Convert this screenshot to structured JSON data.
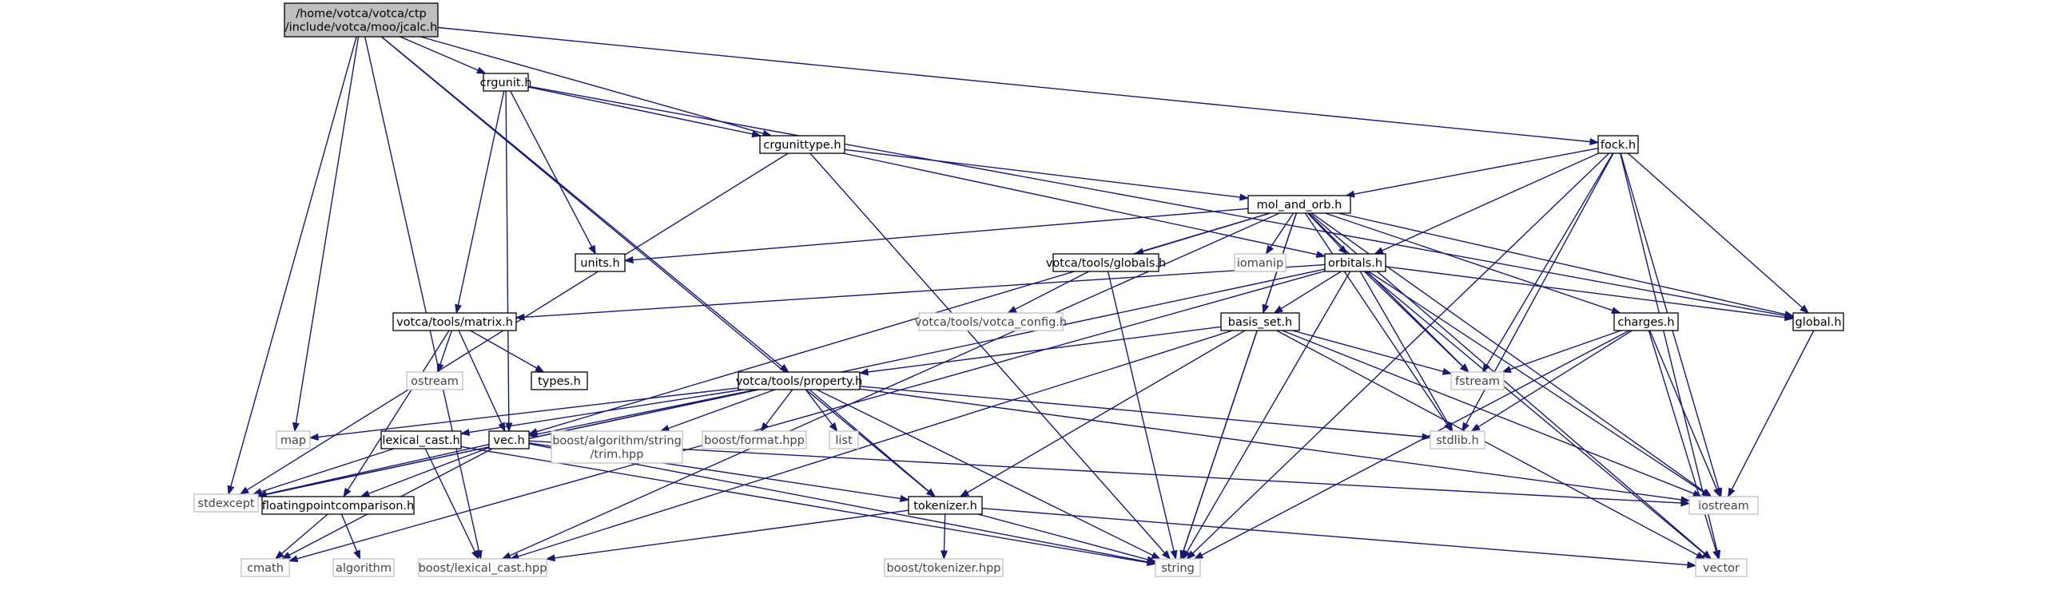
{
  "graph": {
    "colors": {
      "edge": "#191970",
      "root_fill": "#bfbfbf",
      "local_border": "#000000",
      "external_border": "#bfbfbf"
    },
    "nodes": [
      {
        "id": "jcalc",
        "lines": [
          "/home/votca/votca/ctp",
          "/include/votca/moo/jcalc.h"
        ],
        "kind": "root"
      },
      {
        "id": "crgunit",
        "lines": [
          "crgunit.h"
        ],
        "kind": "local"
      },
      {
        "id": "crgunittype",
        "lines": [
          "crgunittype.h"
        ],
        "kind": "local"
      },
      {
        "id": "fock",
        "lines": [
          "fock.h"
        ],
        "kind": "local"
      },
      {
        "id": "mol_and_orb",
        "lines": [
          "mol_and_orb.h"
        ],
        "kind": "local"
      },
      {
        "id": "units",
        "lines": [
          "units.h"
        ],
        "kind": "local"
      },
      {
        "id": "globals",
        "lines": [
          "votca/tools/globals.h"
        ],
        "kind": "local"
      },
      {
        "id": "iomanip",
        "lines": [
          "iomanip"
        ],
        "kind": "ext"
      },
      {
        "id": "orbitals",
        "lines": [
          "orbitals.h"
        ],
        "kind": "local"
      },
      {
        "id": "votca_config",
        "lines": [
          "votca/tools/votca_config.h"
        ],
        "kind": "ext"
      },
      {
        "id": "charges",
        "lines": [
          "charges.h"
        ],
        "kind": "local"
      },
      {
        "id": "global",
        "lines": [
          "global.h"
        ],
        "kind": "local"
      },
      {
        "id": "matrix",
        "lines": [
          "votca/tools/matrix.h"
        ],
        "kind": "local"
      },
      {
        "id": "basis_set",
        "lines": [
          "basis_set.h"
        ],
        "kind": "local"
      },
      {
        "id": "ostream",
        "lines": [
          "ostream"
        ],
        "kind": "ext"
      },
      {
        "id": "types",
        "lines": [
          "types.h"
        ],
        "kind": "local"
      },
      {
        "id": "property",
        "lines": [
          "votca/tools/property.h"
        ],
        "kind": "local"
      },
      {
        "id": "fstream",
        "lines": [
          "fstream"
        ],
        "kind": "ext"
      },
      {
        "id": "map",
        "lines": [
          "map"
        ],
        "kind": "ext"
      },
      {
        "id": "lexical_cast_h",
        "lines": [
          "lexical_cast.h"
        ],
        "kind": "local"
      },
      {
        "id": "vec",
        "lines": [
          "vec.h"
        ],
        "kind": "local"
      },
      {
        "id": "trim",
        "lines": [
          "boost/algorithm/string",
          "/trim.hpp"
        ],
        "kind": "ext"
      },
      {
        "id": "boost_format",
        "lines": [
          "boost/format.hpp"
        ],
        "kind": "ext"
      },
      {
        "id": "list",
        "lines": [
          "list"
        ],
        "kind": "ext"
      },
      {
        "id": "stdlib",
        "lines": [
          "stdlib.h"
        ],
        "kind": "ext"
      },
      {
        "id": "stdexcept",
        "lines": [
          "stdexcept"
        ],
        "kind": "ext"
      },
      {
        "id": "floatcmp",
        "lines": [
          "floatingpointcomparison.h"
        ],
        "kind": "local"
      },
      {
        "id": "tokenizer",
        "lines": [
          "tokenizer.h"
        ],
        "kind": "local"
      },
      {
        "id": "iostream",
        "lines": [
          "iostream"
        ],
        "kind": "ext"
      },
      {
        "id": "cmath",
        "lines": [
          "cmath"
        ],
        "kind": "ext"
      },
      {
        "id": "algorithm",
        "lines": [
          "algorithm"
        ],
        "kind": "ext"
      },
      {
        "id": "boost_lexical_cast",
        "lines": [
          "boost/lexical_cast.hpp"
        ],
        "kind": "ext"
      },
      {
        "id": "string",
        "lines": [
          "string"
        ],
        "kind": "ext"
      },
      {
        "id": "boost_tokenizer",
        "lines": [
          "boost/tokenizer.hpp"
        ],
        "kind": "ext"
      },
      {
        "id": "vector",
        "lines": [
          "vector"
        ],
        "kind": "ext"
      }
    ],
    "edges": [
      [
        "jcalc",
        "crgunit"
      ],
      [
        "jcalc",
        "crgunittype"
      ],
      [
        "jcalc",
        "fock"
      ],
      [
        "jcalc",
        "property"
      ],
      [
        "jcalc",
        "tokenizer"
      ],
      [
        "jcalc",
        "map"
      ],
      [
        "jcalc",
        "stdexcept"
      ],
      [
        "jcalc",
        "boost_lexical_cast"
      ],
      [
        "crgunit",
        "crgunittype"
      ],
      [
        "crgunit",
        "global"
      ],
      [
        "crgunit",
        "units"
      ],
      [
        "crgunit",
        "matrix"
      ],
      [
        "crgunit",
        "vec"
      ],
      [
        "crgunittype",
        "mol_and_orb"
      ],
      [
        "crgunittype",
        "orbitals"
      ],
      [
        "crgunittype",
        "string"
      ],
      [
        "crgunittype",
        "stdexcept"
      ],
      [
        "fock",
        "mol_and_orb"
      ],
      [
        "fock",
        "orbitals"
      ],
      [
        "fock",
        "global"
      ],
      [
        "fock",
        "fstream"
      ],
      [
        "fock",
        "stdlib"
      ],
      [
        "fock",
        "iostream"
      ],
      [
        "fock",
        "string"
      ],
      [
        "fock",
        "vector"
      ],
      [
        "mol_and_orb",
        "units"
      ],
      [
        "mol_and_orb",
        "globals"
      ],
      [
        "mol_and_orb",
        "iomanip"
      ],
      [
        "mol_and_orb",
        "orbitals"
      ],
      [
        "mol_and_orb",
        "basis_set"
      ],
      [
        "mol_and_orb",
        "charges"
      ],
      [
        "mol_and_orb",
        "global"
      ],
      [
        "mol_and_orb",
        "vec"
      ],
      [
        "mol_and_orb",
        "stdlib"
      ],
      [
        "mol_and_orb",
        "fstream"
      ],
      [
        "mol_and_orb",
        "string"
      ],
      [
        "mol_and_orb",
        "iostream"
      ],
      [
        "mol_and_orb",
        "vector"
      ],
      [
        "mol_and_orb",
        "boost_lexical_cast"
      ],
      [
        "globals",
        "votca_config"
      ],
      [
        "globals",
        "string"
      ],
      [
        "orbitals",
        "matrix"
      ],
      [
        "orbitals",
        "basis_set"
      ],
      [
        "orbitals",
        "global"
      ],
      [
        "orbitals",
        "fstream"
      ],
      [
        "orbitals",
        "stdlib"
      ],
      [
        "orbitals",
        "iostream"
      ],
      [
        "orbitals",
        "vector"
      ],
      [
        "orbitals",
        "string"
      ],
      [
        "orbitals",
        "stdexcept"
      ],
      [
        "orbitals",
        "cmath"
      ],
      [
        "charges",
        "fstream"
      ],
      [
        "charges",
        "stdlib"
      ],
      [
        "charges",
        "iostream"
      ],
      [
        "charges",
        "vector"
      ],
      [
        "charges",
        "string"
      ],
      [
        "global",
        "iostream"
      ],
      [
        "matrix",
        "ostream"
      ],
      [
        "matrix",
        "types"
      ],
      [
        "matrix",
        "vec"
      ],
      [
        "matrix",
        "floatcmp"
      ],
      [
        "basis_set",
        "property"
      ],
      [
        "basis_set",
        "fstream"
      ],
      [
        "basis_set",
        "tokenizer"
      ],
      [
        "basis_set",
        "string"
      ],
      [
        "basis_set",
        "iostream"
      ],
      [
        "basis_set",
        "vector"
      ],
      [
        "basis_set",
        "boost_lexical_cast"
      ],
      [
        "property",
        "map"
      ],
      [
        "property",
        "lexical_cast_h"
      ],
      [
        "property",
        "vec"
      ],
      [
        "property",
        "trim"
      ],
      [
        "property",
        "boost_format"
      ],
      [
        "property",
        "list"
      ],
      [
        "property",
        "stdlib"
      ],
      [
        "property",
        "tokenizer"
      ],
      [
        "property",
        "iostream"
      ],
      [
        "property",
        "stdexcept"
      ],
      [
        "property",
        "string"
      ],
      [
        "lexical_cast_h",
        "stdexcept"
      ],
      [
        "lexical_cast_h",
        "boost_lexical_cast"
      ],
      [
        "lexical_cast_h",
        "string"
      ],
      [
        "vec",
        "stdexcept"
      ],
      [
        "vec",
        "floatcmp"
      ],
      [
        "vec",
        "tokenizer"
      ],
      [
        "vec",
        "iostream"
      ],
      [
        "vec",
        "cmath"
      ],
      [
        "vec",
        "string"
      ],
      [
        "floatcmp",
        "cmath"
      ],
      [
        "floatcmp",
        "algorithm"
      ],
      [
        "tokenizer",
        "boost_lexical_cast"
      ],
      [
        "tokenizer",
        "boost_tokenizer"
      ],
      [
        "tokenizer",
        "string"
      ],
      [
        "tokenizer",
        "vector"
      ]
    ]
  }
}
